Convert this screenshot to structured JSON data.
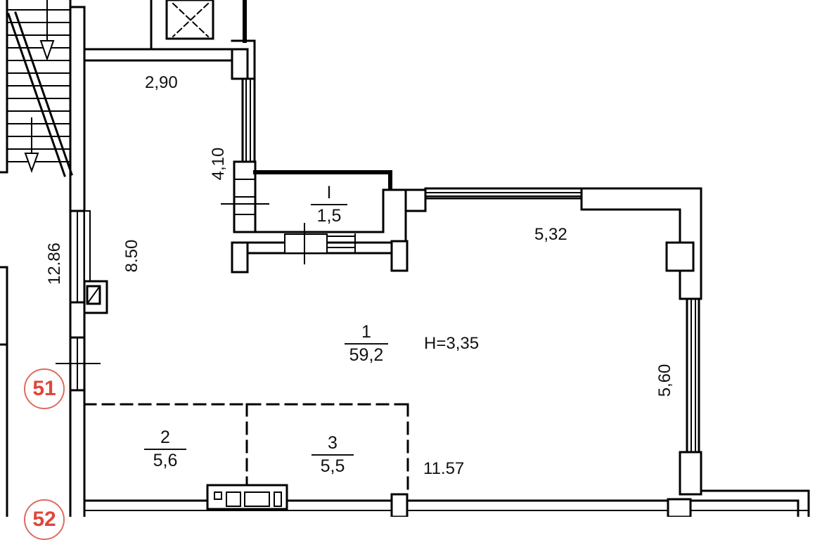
{
  "dimensions": {
    "d_2_90": "2,90",
    "d_4_10": "4,10",
    "d_8_50": "8.50",
    "d_12_86": "12.86",
    "d_5_32": "5,32",
    "d_5_60": "5,60",
    "d_11_57": "11.57"
  },
  "rooms": [
    {
      "number": "1",
      "area": "59,2"
    },
    {
      "number": "I",
      "area": "1,5"
    },
    {
      "number": "2",
      "area": "5,6"
    },
    {
      "number": "3",
      "area": "5,5"
    }
  ],
  "ceiling_height": "H=3,35",
  "badges": {
    "current": "51",
    "next": "52"
  },
  "colors": {
    "line": "#000000",
    "badge": "#e0463a"
  },
  "icons": [
    "stair-arrow-icon",
    "ventilation-shaft-icon",
    "stove-icon"
  ]
}
